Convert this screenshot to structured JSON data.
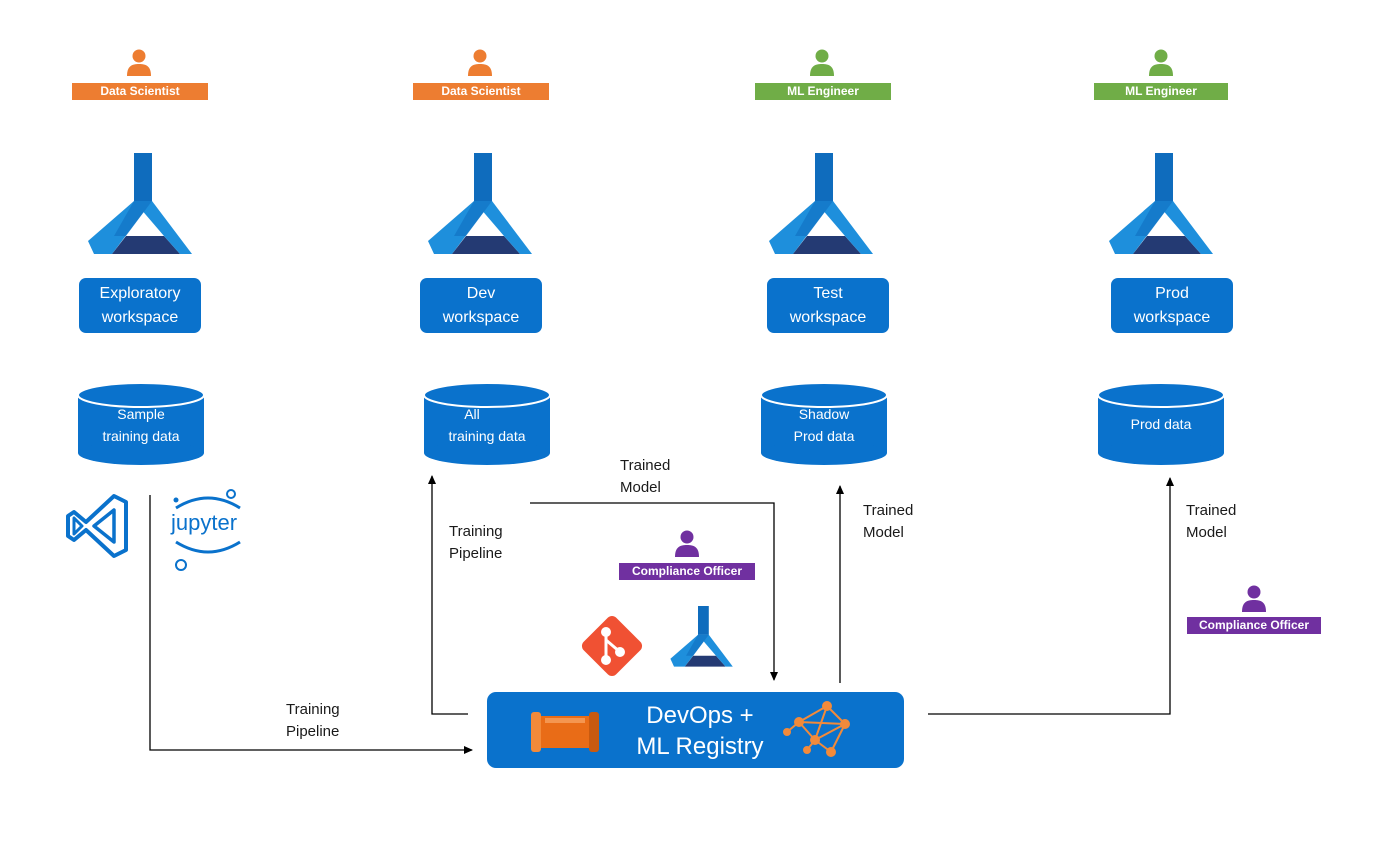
{
  "roles": {
    "data_scientist_1": "Data Scientist",
    "data_scientist_2": "Data Scientist",
    "ml_engineer_1": "ML Engineer",
    "ml_engineer_2": "ML Engineer",
    "compliance_officer_1": "Compliance Officer",
    "compliance_officer_2": "Compliance Officer"
  },
  "workspaces": {
    "exploratory": {
      "line1": "Exploratory",
      "line2": "workspace"
    },
    "dev": {
      "line1": "Dev",
      "line2": "workspace"
    },
    "test": {
      "line1": "Test",
      "line2": "workspace"
    },
    "prod": {
      "line1": "Prod",
      "line2": "workspace"
    }
  },
  "datastores": {
    "sample": {
      "line1": "Sample",
      "line2": "training data"
    },
    "all": {
      "line1": "All",
      "line2": "training data"
    },
    "shadow": {
      "line1": "Shadow",
      "line2": "Prod data"
    },
    "prod": {
      "line1": "Prod data"
    }
  },
  "tools": {
    "jupyter_text": "jupyter"
  },
  "flows": {
    "training_pipeline_bottom": {
      "line1": "Training",
      "line2": "Pipeline"
    },
    "training_pipeline_dev": {
      "line1": "Training",
      "line2": "Pipeline"
    },
    "trained_model_dev_to_test": {
      "line1": "Trained",
      "line2": "Model"
    },
    "trained_model_test": {
      "line1": "Trained",
      "line2": "Model"
    },
    "trained_model_prod": {
      "line1": "Trained",
      "line2": "Model"
    }
  },
  "devops": {
    "line1": "DevOps +",
    "line2": "ML Registry"
  },
  "colors": {
    "data_scientist": "#ed7d31",
    "ml_engineer": "#70ad47",
    "compliance_officer": "#7030a0",
    "workspace_blue": "#0a72cc",
    "azure_light": "#1e8fdc",
    "azure_mid": "#0f6cbd",
    "azure_dark": "#243a73",
    "git_red": "#f05133"
  }
}
